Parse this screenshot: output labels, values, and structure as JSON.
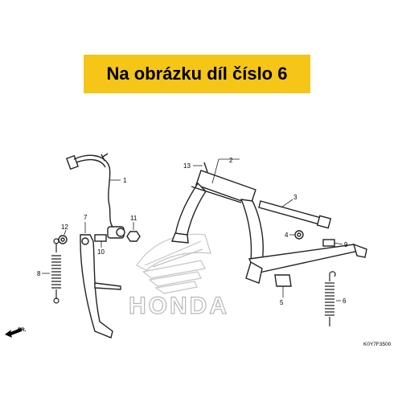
{
  "banner": {
    "text": "Na obrázku díl číslo 6",
    "color": "#f5c518"
  },
  "watermark": {
    "text": "HONDA"
  },
  "diagram_code": "K0Y7F3500",
  "front_marker": "FR.",
  "callouts": {
    "c1": "1",
    "c2": "2",
    "c3": "3",
    "c4": "4",
    "c5": "5",
    "c6": "6",
    "c7": "7",
    "c8": "8",
    "c9": "9",
    "c10": "10",
    "c11": "11",
    "c12": "12",
    "c13": "13"
  }
}
